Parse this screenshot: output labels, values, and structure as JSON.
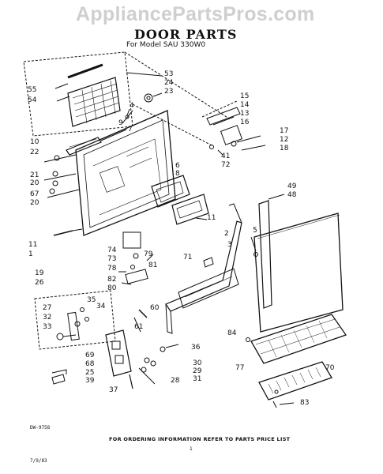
{
  "watermark": "AppliancePartsPros.com",
  "title": "DOOR PARTS",
  "subtitle": "For Model SAU 330W0",
  "footer": "FOR ORDERING INFORMATION REFER TO PARTS PRICE LIST",
  "page_number": "1",
  "drawing_code": "DW-9758",
  "date_code": "7/9/83",
  "labels": [
    {
      "id": "55",
      "text": "55"
    },
    {
      "id": "54",
      "text": "54"
    },
    {
      "id": "53",
      "text": "53"
    },
    {
      "id": "24",
      "text": "24"
    },
    {
      "id": "23",
      "text": "23"
    },
    {
      "id": "4",
      "text": "4"
    },
    {
      "id": "9",
      "text": "9"
    },
    {
      "id": "7",
      "text": "7"
    },
    {
      "id": "15",
      "text": "15"
    },
    {
      "id": "14",
      "text": "14"
    },
    {
      "id": "13",
      "text": "13"
    },
    {
      "id": "16",
      "text": "16"
    },
    {
      "id": "17",
      "text": "17"
    },
    {
      "id": "12",
      "text": "12"
    },
    {
      "id": "18",
      "text": "18"
    },
    {
      "id": "41",
      "text": "41"
    },
    {
      "id": "72",
      "text": "72"
    },
    {
      "id": "10",
      "text": "10"
    },
    {
      "id": "22",
      "text": "22"
    },
    {
      "id": "21",
      "text": "21"
    },
    {
      "id": "20a",
      "text": "20"
    },
    {
      "id": "67",
      "text": "67"
    },
    {
      "id": "20b",
      "text": "20"
    },
    {
      "id": "6",
      "text": "6"
    },
    {
      "id": "8",
      "text": "8"
    },
    {
      "id": "11a",
      "text": "11"
    },
    {
      "id": "11b",
      "text": "11"
    },
    {
      "id": "1",
      "text": "1"
    },
    {
      "id": "49",
      "text": "49"
    },
    {
      "id": "48",
      "text": "48"
    },
    {
      "id": "2",
      "text": "2"
    },
    {
      "id": "5",
      "text": "5"
    },
    {
      "id": "3",
      "text": "3"
    },
    {
      "id": "71",
      "text": "71"
    },
    {
      "id": "74",
      "text": "74"
    },
    {
      "id": "73",
      "text": "73"
    },
    {
      "id": "79",
      "text": "79"
    },
    {
      "id": "78",
      "text": "78"
    },
    {
      "id": "81",
      "text": "81"
    },
    {
      "id": "82",
      "text": "82"
    },
    {
      "id": "80",
      "text": "80"
    },
    {
      "id": "19",
      "text": "19"
    },
    {
      "id": "26",
      "text": "26"
    },
    {
      "id": "27",
      "text": "27"
    },
    {
      "id": "35",
      "text": "35"
    },
    {
      "id": "34",
      "text": "34"
    },
    {
      "id": "32",
      "text": "32"
    },
    {
      "id": "33",
      "text": "33"
    },
    {
      "id": "60",
      "text": "60"
    },
    {
      "id": "61",
      "text": "61"
    },
    {
      "id": "84",
      "text": "84"
    },
    {
      "id": "77",
      "text": "77"
    },
    {
      "id": "70",
      "text": "70"
    },
    {
      "id": "36",
      "text": "36"
    },
    {
      "id": "69",
      "text": "69"
    },
    {
      "id": "68",
      "text": "68"
    },
    {
      "id": "25",
      "text": "25"
    },
    {
      "id": "39",
      "text": "39"
    },
    {
      "id": "30",
      "text": "30"
    },
    {
      "id": "29",
      "text": "29"
    },
    {
      "id": "31",
      "text": "31"
    },
    {
      "id": "28",
      "text": "28"
    },
    {
      "id": "37",
      "text": "37"
    },
    {
      "id": "83",
      "text": "83"
    }
  ]
}
